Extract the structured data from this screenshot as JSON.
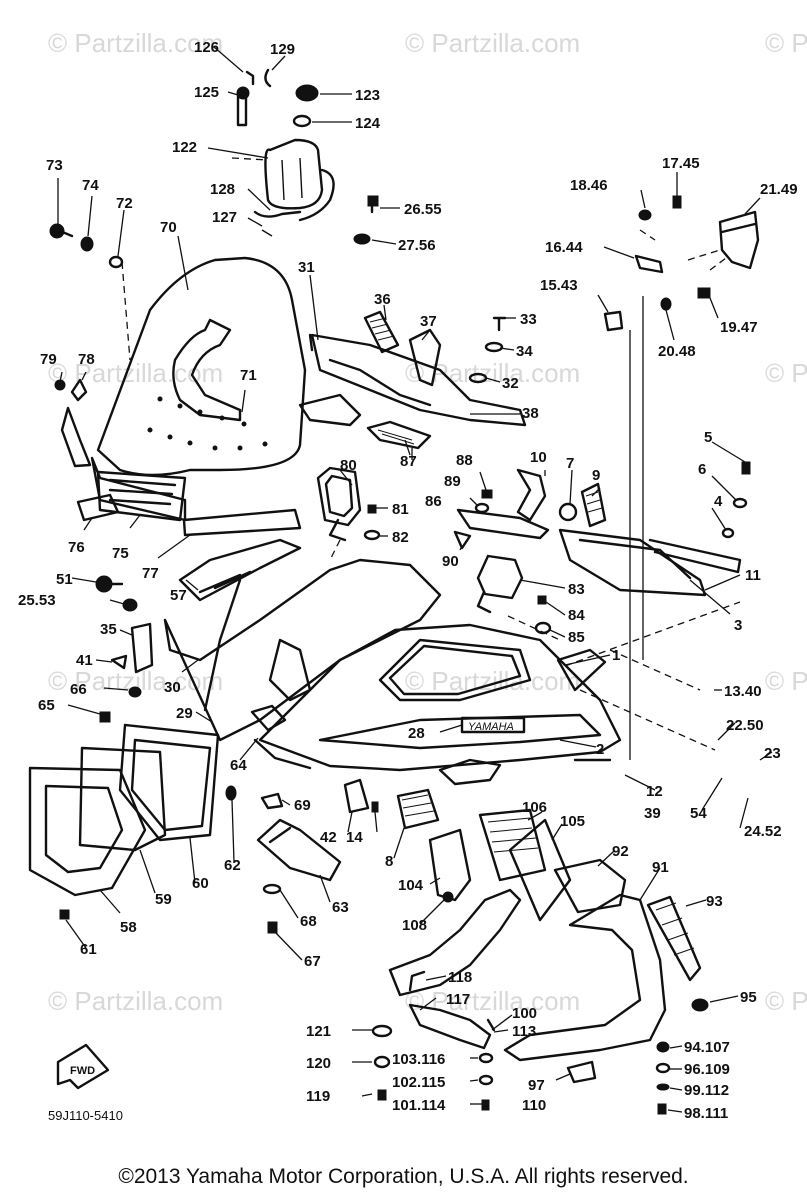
{
  "watermark": "© Partzilla.com",
  "diagram_code": "59J110-5410",
  "fwd_label": "FWD",
  "copyright": "©2013  Yamaha Motor Corporation, U.S.A. All rights reserved.",
  "emblem_text": "YAMAHA",
  "callouts": [
    "126",
    "129",
    "125",
    "123",
    "124",
    "122",
    "128",
    "127",
    "26.55",
    "27.56",
    "73",
    "74",
    "72",
    "70",
    "31",
    "36",
    "37",
    "33",
    "34",
    "32",
    "38",
    "18.46",
    "17.45",
    "21.49",
    "16.44",
    "15.43",
    "19.47",
    "20.48",
    "79",
    "78",
    "71",
    "87",
    "88",
    "89",
    "86",
    "10",
    "7",
    "9",
    "5",
    "6",
    "4",
    "80",
    "81",
    "82",
    "90",
    "83",
    "84",
    "85",
    "11",
    "3",
    "76",
    "75",
    "77",
    "57",
    "51",
    "25.53",
    "35",
    "41",
    "30",
    "66",
    "65",
    "29",
    "1",
    "13.40",
    "22.50",
    "23",
    "28",
    "2",
    "12",
    "39",
    "54",
    "24.52",
    "64",
    "62",
    "69",
    "42",
    "14",
    "106",
    "105",
    "8",
    "92",
    "91",
    "93",
    "58",
    "59",
    "60",
    "61",
    "68",
    "63",
    "67",
    "104",
    "108",
    "118",
    "117",
    "100",
    "113",
    "95",
    "121",
    "94.107",
    "120",
    "103.116",
    "96.109",
    "119",
    "102.115",
    "99.112",
    "101.114",
    "97",
    "110",
    "98.111"
  ]
}
